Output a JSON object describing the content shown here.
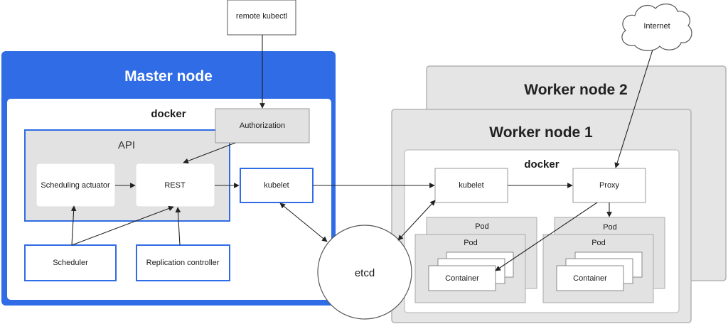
{
  "remote_kubectl": "remote kubectl",
  "internet": "Internet",
  "master": {
    "title": "Master node",
    "docker": "docker",
    "authorization": "Authorization",
    "api": "API",
    "scheduling_actuator": "Scheduling actuator",
    "rest": "REST",
    "kubelet": "kubelet",
    "scheduler": "Scheduler",
    "replication_controller": "Replication controller"
  },
  "etcd": "etcd",
  "worker2": {
    "title": "Worker node 2"
  },
  "worker1": {
    "title": "Worker node 1",
    "docker": "docker",
    "kubelet": "kubelet",
    "proxy": "Proxy",
    "pod_label": "Pod",
    "container_label": "Container"
  },
  "colors": {
    "master_blue": "#2f6ce5",
    "worker_gray": "#e5e5e5",
    "box_gray": "#e2e2e2"
  }
}
